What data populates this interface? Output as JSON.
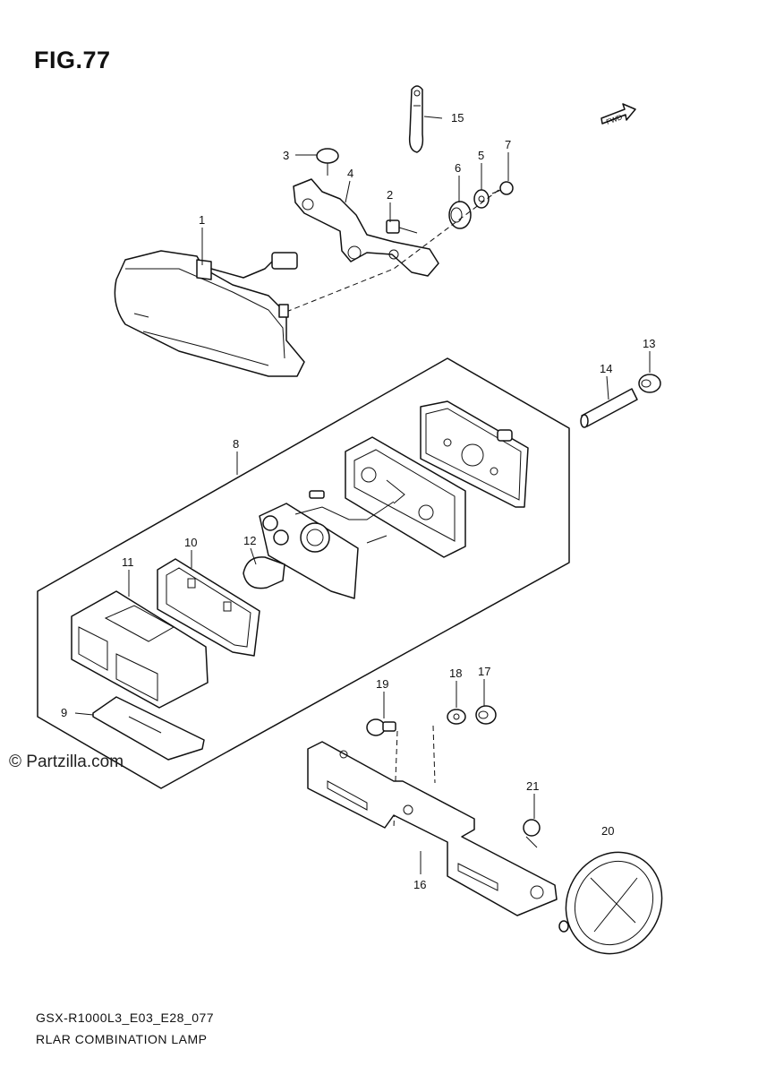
{
  "figure_title": "FIG.77",
  "fwd_label": "FWD",
  "watermark": "© Partzilla.com",
  "footer": {
    "code": "GSX-R1000L3_E03_E28_077",
    "name": "RLAR COMBINATION LAMP"
  },
  "part_numbers": [
    "1",
    "2",
    "3",
    "4",
    "5",
    "6",
    "7",
    "8",
    "9",
    "10",
    "11",
    "12",
    "13",
    "14",
    "15",
    "16",
    "17",
    "18",
    "19",
    "20",
    "21"
  ]
}
